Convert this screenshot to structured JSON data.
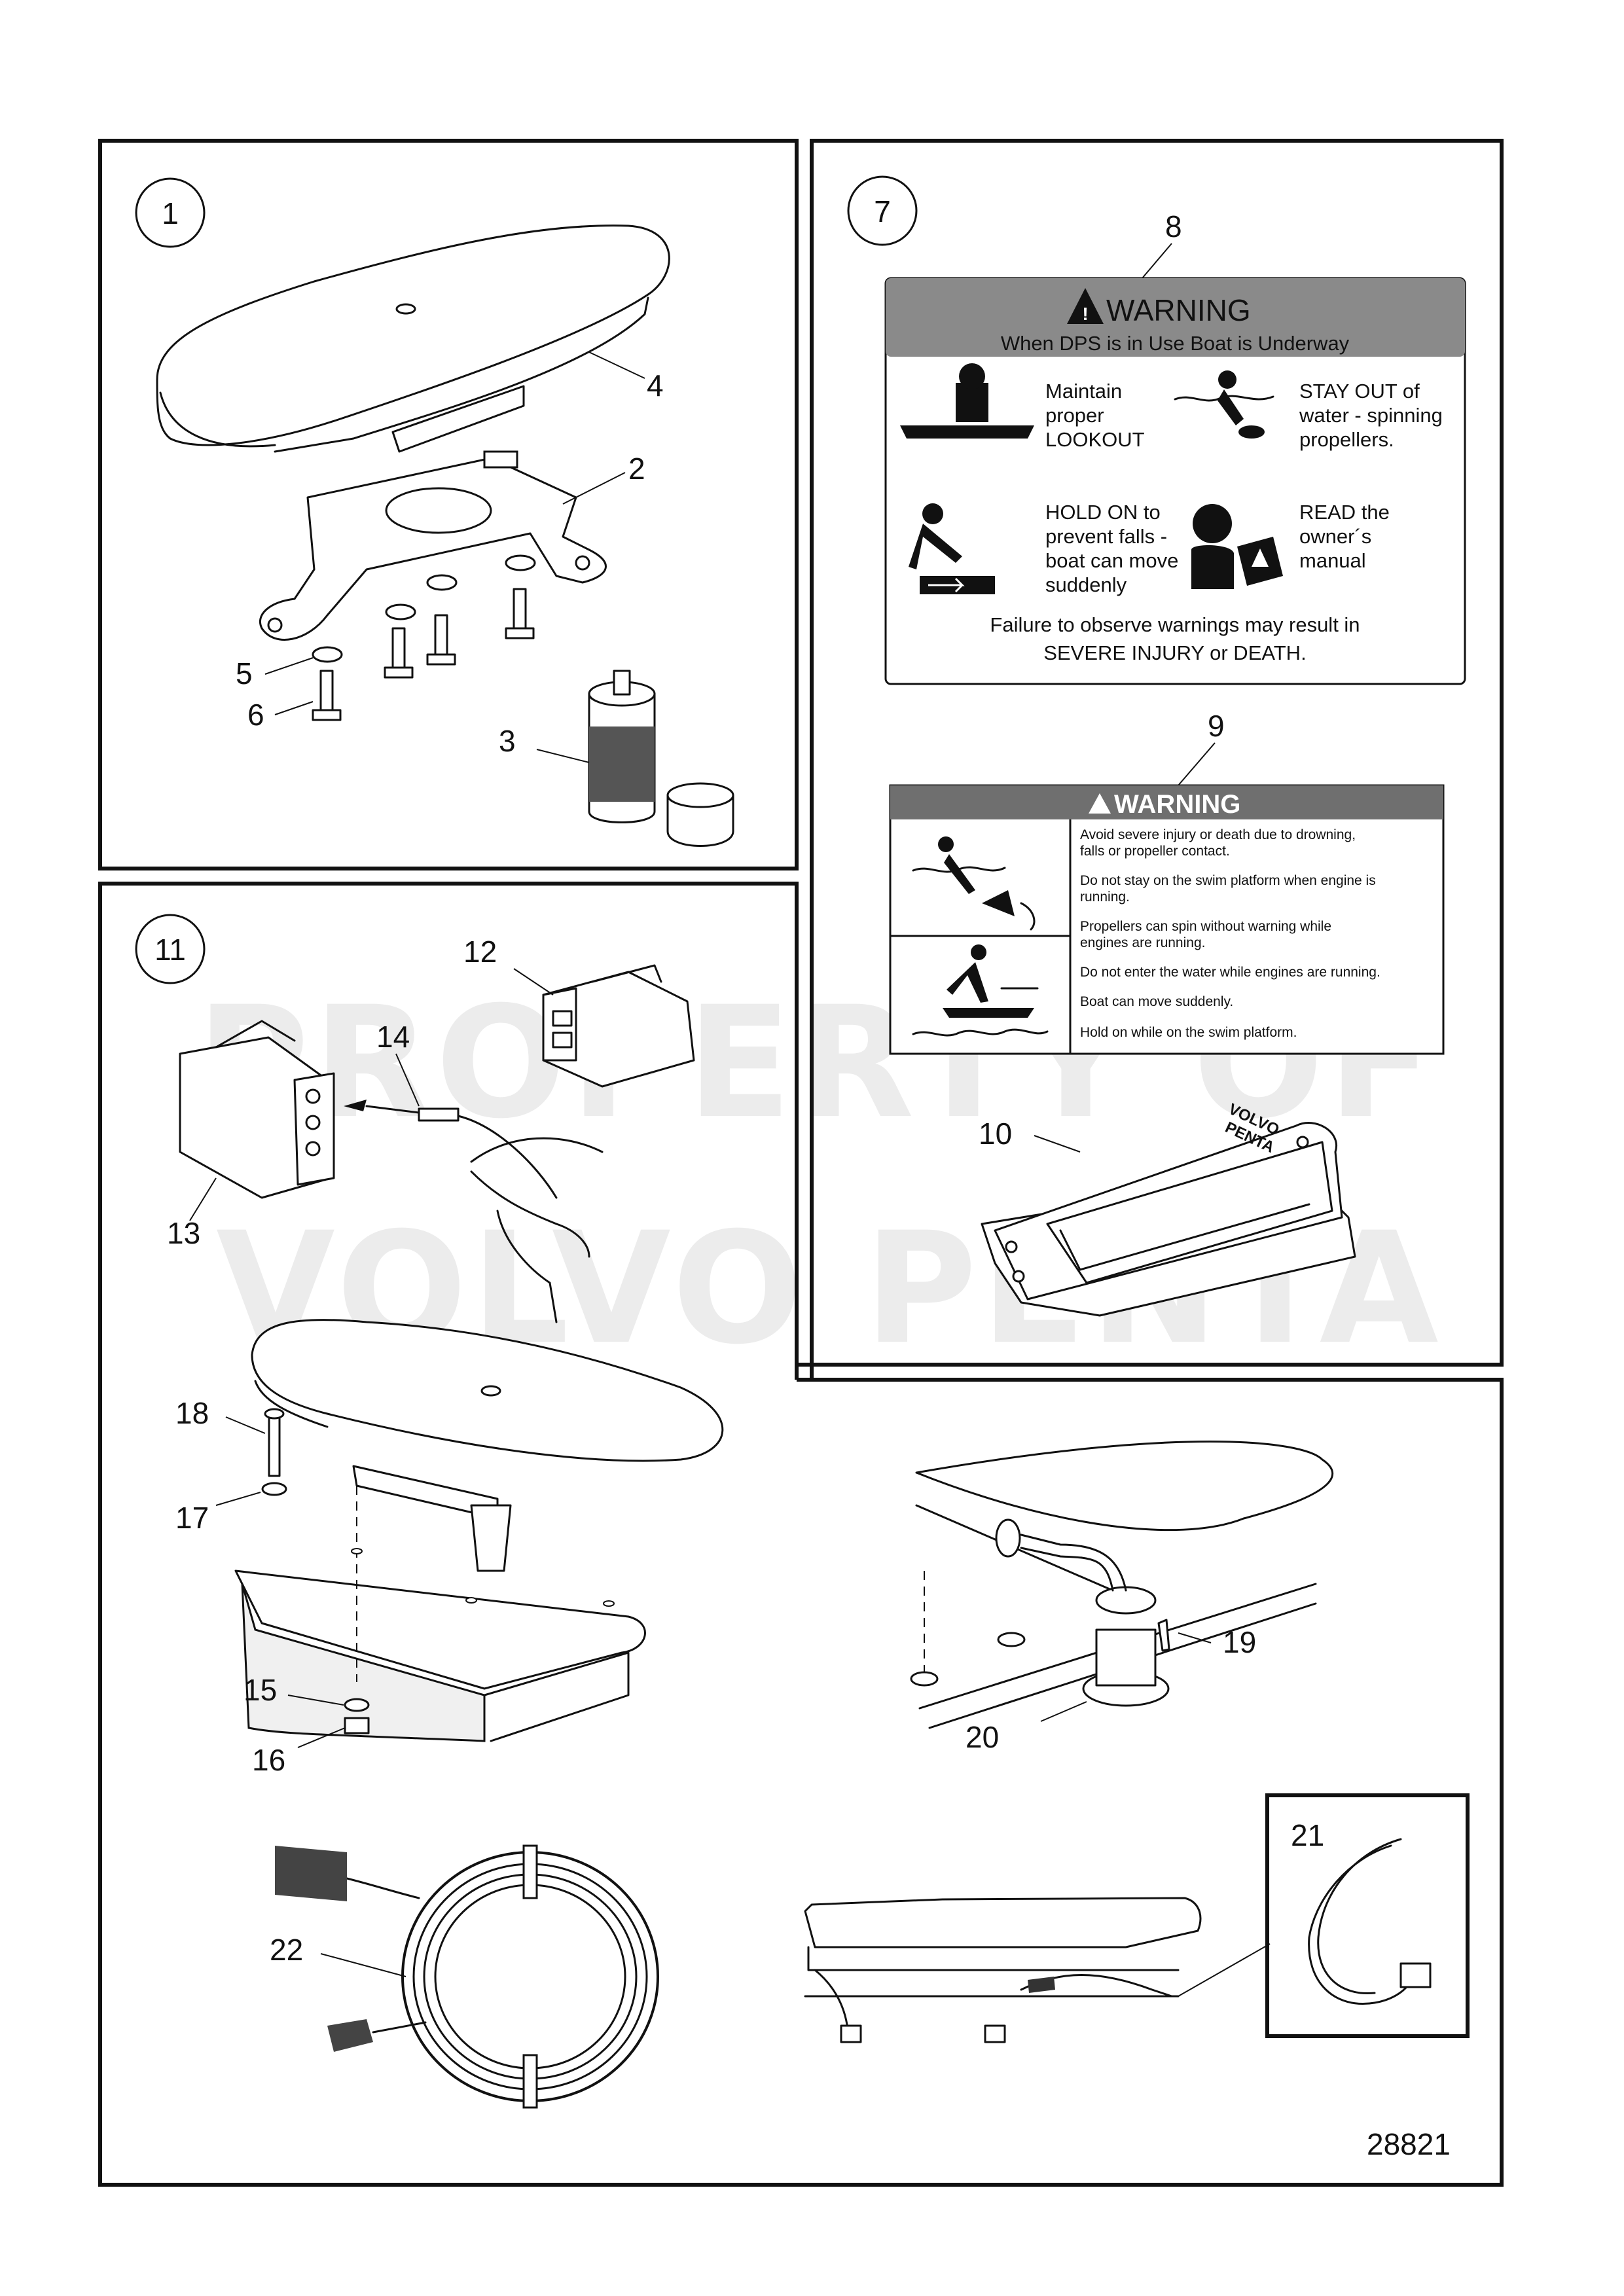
{
  "watermark": {
    "line1": "PROPERTY OF",
    "line2": "VOLVO PENTA"
  },
  "drawing_number": "28821",
  "callouts": {
    "c1": "1",
    "c7": "7",
    "c11": "11",
    "p2": "2",
    "p3": "3",
    "p4": "4",
    "p5": "5",
    "p6": "6",
    "p8": "8",
    "p9": "9",
    "p10": "10",
    "p12": "12",
    "p13": "13",
    "p14": "14",
    "p15": "15",
    "p16": "16",
    "p17": "17",
    "p18": "18",
    "p19": "19",
    "p20": "20",
    "p21": "21",
    "p22": "22"
  },
  "label8": {
    "title": "WARNING",
    "subtitle": "When DPS is in Use Boat is Underway",
    "q1": [
      "Maintain",
      "proper",
      "LOOKOUT"
    ],
    "q2": [
      "STAY OUT of",
      "water - spinning",
      "propellers."
    ],
    "q3": [
      "HOLD ON to",
      "prevent falls -",
      "boat can move",
      "suddenly"
    ],
    "q4": [
      "READ the",
      "owner´s",
      "manual"
    ],
    "footer": [
      "Failure to observe warnings may result in",
      "SEVERE INJURY or DEATH."
    ]
  },
  "label9": {
    "title": "WARNING",
    "lines": [
      "Avoid severe injury or death due to drowning,",
      "falls or propeller contact.",
      "Do not stay on the swim platform when engine is",
      "running.",
      "Propellers can spin without warning while",
      "engines are running.",
      "Do not enter the water while engines are running.",
      "Boat can move suddenly.",
      "Hold on while on the swim platform."
    ]
  },
  "box10_text": [
    "VOLVO",
    "PENTA"
  ]
}
